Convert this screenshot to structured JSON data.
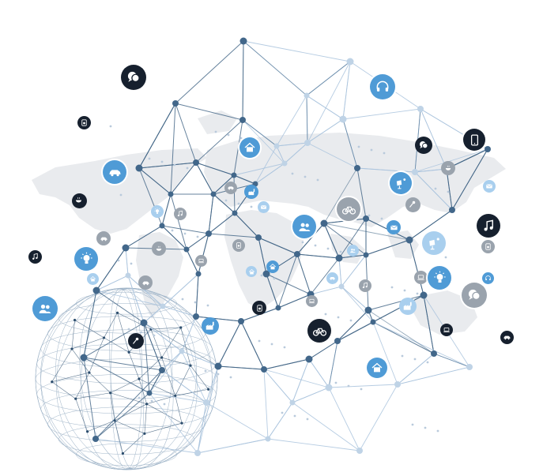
{
  "colors": {
    "background": "#ffffff",
    "map_land": "#e9ebee",
    "line_dark": "#3d6283",
    "line_light": "#a9c3dd",
    "node_dark": "#42678a",
    "node_light": "#bfd3e6",
    "icon_blue": "#4f9bd6",
    "icon_light": "#a9cfee",
    "icon_dark": "#16202e",
    "icon_gray": "#9aa3ad"
  },
  "icons": [
    {
      "name": "chat-icon",
      "style": "dark"
    },
    {
      "name": "tablet-icon",
      "style": "dark"
    },
    {
      "name": "music-note-icon",
      "style": "dark"
    },
    {
      "name": "headphones-icon",
      "style": "blue"
    },
    {
      "name": "home-icon",
      "style": "blue"
    },
    {
      "name": "car-icon",
      "style": "blue"
    },
    {
      "name": "users-icon",
      "style": "blue"
    },
    {
      "name": "lightbulb-icon",
      "style": "blue"
    },
    {
      "name": "bicycle-icon",
      "style": "dark"
    },
    {
      "name": "coffee-icon",
      "style": "dark"
    },
    {
      "name": "camera-icon",
      "style": "dark"
    },
    {
      "name": "microphone-icon",
      "style": "dark"
    },
    {
      "name": "laptop-icon",
      "style": "dark"
    },
    {
      "name": "solar-panel-icon",
      "style": "blue"
    },
    {
      "name": "factory-icon",
      "style": "blue"
    },
    {
      "name": "mail-icon",
      "style": "blue"
    }
  ]
}
